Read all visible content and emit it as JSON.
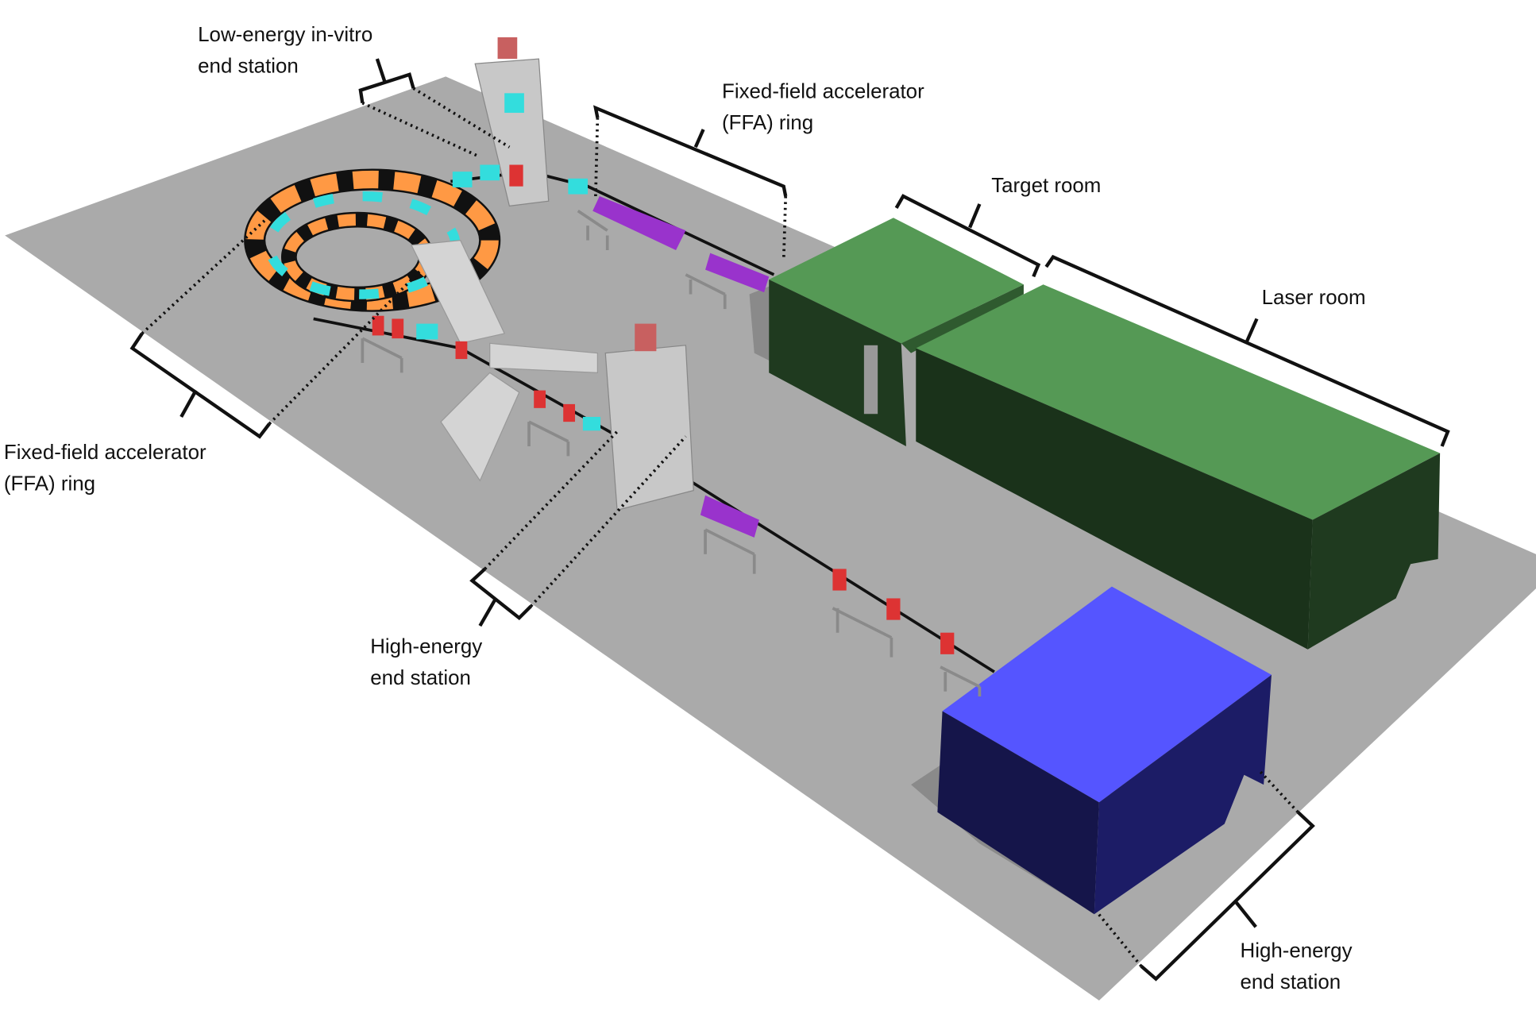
{
  "labels": {
    "low_energy_station": [
      "Low-energy in-vitro",
      "end station"
    ],
    "ffa_ring_top": [
      "Fixed-field accelerator",
      "(FFA) ring"
    ],
    "ffa_ring_left": [
      "Fixed-field accelerator",
      "(FFA) ring"
    ],
    "target_room": "Target room",
    "laser_room": "Laser room",
    "high_energy_station_mid": [
      "High-energy",
      "end station"
    ],
    "high_energy_station_right": [
      "High-energy",
      "end station"
    ]
  },
  "colors": {
    "floor": "#aaaaaa",
    "target_laser_room_top": "#559955",
    "target_laser_room_side": "#1f3a1f",
    "high_energy_room_top": "#5555ff",
    "high_energy_room_side": "#15154a",
    "magnet_cyan": "#33dddd",
    "magnet_red": "#dd3333",
    "cavity_purple": "#9933cc",
    "ring_orange": "#ff9944"
  }
}
